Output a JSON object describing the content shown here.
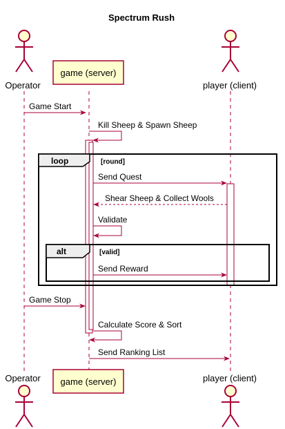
{
  "title": "Spectrum Rush",
  "participants": {
    "operator": "Operator",
    "game": "game (server)",
    "player": "player (client)"
  },
  "messages": {
    "m1": "Game Start",
    "m2": "Kill Sheep & Spawn Sheep",
    "m3": "Send Quest",
    "m4": "Shear Sheep & Collect Wools",
    "m5": "Validate",
    "m6": "Send Reward",
    "m7": "Game Stop",
    "m8": "Calculate Score & Sort",
    "m9": "Send Ranking List"
  },
  "frames": {
    "loop_label": "loop",
    "loop_guard": "[round]",
    "alt_label": "alt",
    "alt_guard": "[valid]"
  },
  "colors": {
    "line": "#A80036",
    "box_fill": "#FEFECE",
    "frame_header": "#EEEEEE"
  }
}
